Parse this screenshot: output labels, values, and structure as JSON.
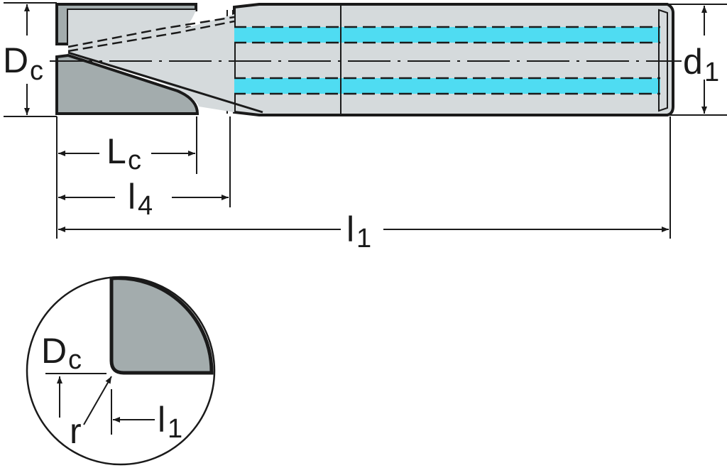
{
  "diagram": {
    "title": "End mill dimension drawing",
    "colors": {
      "body": "#d5dadc",
      "insert": "#a3acad",
      "coolant": "#4fdcf2",
      "outline": "#1a1a1a"
    },
    "labels": {
      "dc_main": {
        "main": "D",
        "sub": "c"
      },
      "d1": {
        "main": "d",
        "sub": "1"
      },
      "lc": {
        "main": "L",
        "sub": "c"
      },
      "l4": {
        "main": "l",
        "sub": "4"
      },
      "l1": {
        "main": "l",
        "sub": "1"
      },
      "detail_dc": {
        "main": "D",
        "sub": "c"
      },
      "detail_r": "r",
      "detail_l1": {
        "main": "l",
        "sub": "1"
      }
    }
  }
}
